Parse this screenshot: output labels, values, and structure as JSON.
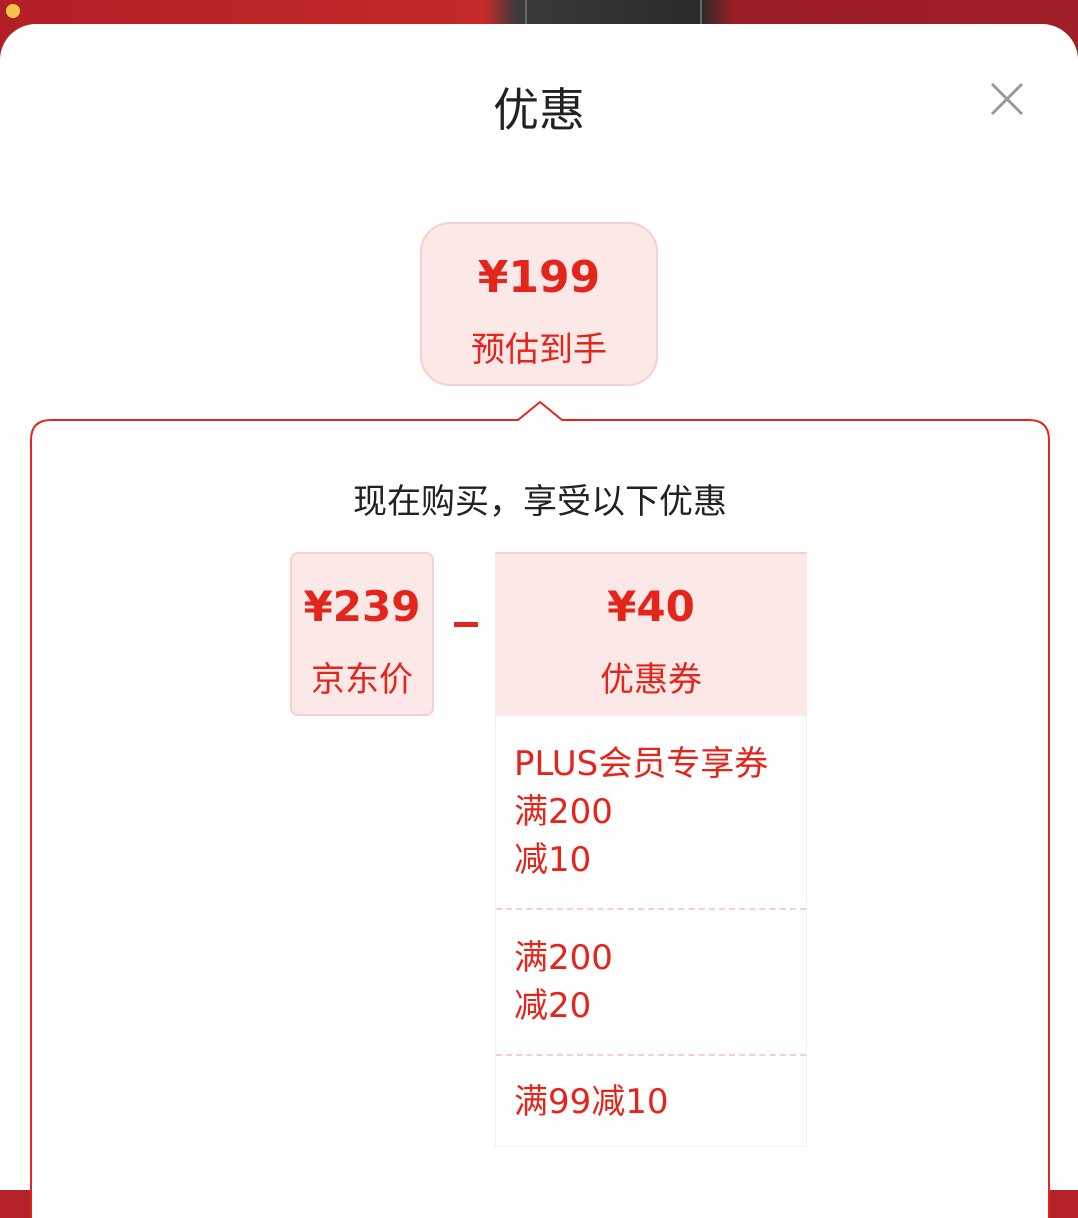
{
  "sheet": {
    "title": "优惠"
  },
  "estimate": {
    "price": "¥199",
    "label": "预估到手"
  },
  "breakdown": {
    "heading": "现在购买，享受以下优惠",
    "jd_price": {
      "value": "¥239",
      "label": "京东价"
    },
    "coupon": {
      "value": "¥40",
      "label": "优惠券"
    },
    "coupons": [
      {
        "lines": [
          "PLUS会员专享券",
          "满200",
          "减10"
        ]
      },
      {
        "lines": [
          "满200",
          "减20"
        ]
      },
      {
        "lines": [
          "满99减10"
        ]
      }
    ]
  },
  "colors": {
    "accent": "#e3251c",
    "pink_bg": "#fde8e8"
  }
}
